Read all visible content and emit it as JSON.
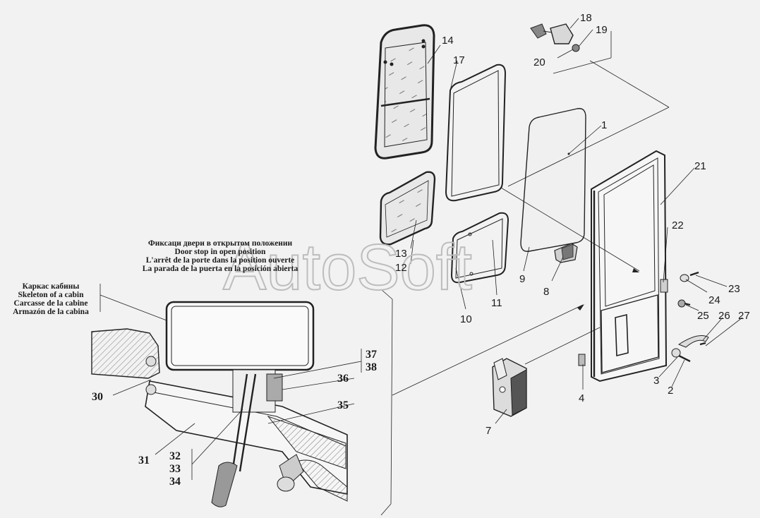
{
  "watermark": "AutoSoft",
  "captions": {
    "door_stop": [
      "Фиксаци двери в открытом положении",
      "Door stop in open position",
      "L'arrêt de la porte dans la position ouverte",
      "La parada de la puerta en la posición abierta"
    ],
    "skeleton": [
      "Каркас кабины",
      "Skeleton of a cabin",
      "Carcasse de la cabine",
      "Armazón de la cabina"
    ]
  },
  "callouts": [
    "1",
    "2",
    "3",
    "4",
    "7",
    "8",
    "9",
    "10",
    "11",
    "12",
    "13",
    "14",
    "17",
    "18",
    "19",
    "20",
    "21",
    "22",
    "23",
    "24",
    "25",
    "26",
    "27"
  ],
  "bold_callouts": [
    "30",
    "31",
    "32",
    "33",
    "34",
    "35",
    "36",
    "37",
    "38"
  ]
}
